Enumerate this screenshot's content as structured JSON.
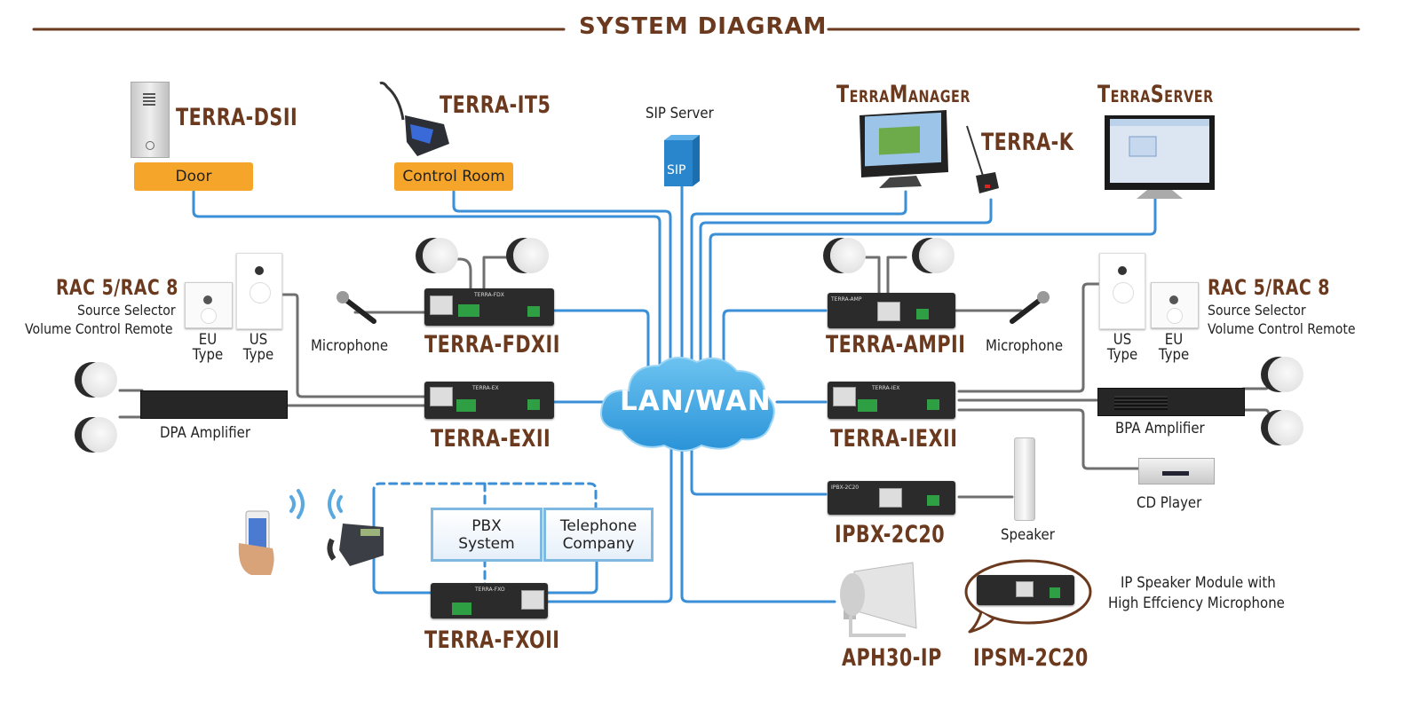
{
  "header": {
    "title": "SYSTEM DIAGRAM"
  },
  "colors": {
    "title_brown": "#6b3a1e",
    "wire_blue": "#3a8fd6",
    "wire_gray": "#777777",
    "tag_orange": "#f5a52a",
    "cloud_blue": "#3aa3e3"
  },
  "network": {
    "label": "LAN/WAN",
    "icon": "cloud-icon"
  },
  "sip_server": {
    "label": "SIP Server",
    "icon_text": "SIP"
  },
  "top_left": [
    {
      "model": "TERRA-DSII",
      "tag": "Door"
    },
    {
      "model": "TERRA-IT5",
      "tag": "Control Room"
    }
  ],
  "top_right": {
    "manager": "TerraManager",
    "k": "TERRA-K",
    "server": "TerraServer"
  },
  "left": {
    "rac": {
      "model": "RAC 5/RAC 8",
      "line1": "Source Selector",
      "line2": "Volume Control Remote",
      "eu": [
        "EU",
        "Type"
      ],
      "us": [
        "US",
        "Type"
      ]
    },
    "microphone": "Microphone",
    "fdx": "TERRA-FDXII",
    "ex": "TERRA-EXII",
    "dpa": "DPA Amplifier",
    "pbx": [
      "PBX",
      "System"
    ],
    "telco": [
      "Telephone",
      "Company"
    ],
    "fxo": "TERRA-FXOII"
  },
  "right": {
    "amp": "TERRA-AMPII",
    "microphone": "Microphone",
    "rac": {
      "model": "RAC 5/RAC 8",
      "line1": "Source Selector",
      "line2": "Volume Control Remote",
      "us": [
        "US",
        "Type"
      ],
      "eu": [
        "EU",
        "Type"
      ]
    },
    "iex": "TERRA-IEXII",
    "bpa": "BPA Amplifier",
    "cd": "CD Player",
    "ipbx": "IPBX-2C20",
    "speaker": "Speaker",
    "aph": "APH30-IP",
    "ipsm": "IPSM-2C20",
    "ipsm_desc1": "IP Speaker Module with",
    "ipsm_desc2": "High Effciency Microphone"
  },
  "device_labels": {
    "fdx": "TERRA-FDX",
    "ex": "TERRA-EX",
    "amp": "TERRA-AMP",
    "iex": "TERRA-IEX",
    "ipbx": "IPBX-2C20",
    "fxo": "TERRA-FXO"
  }
}
